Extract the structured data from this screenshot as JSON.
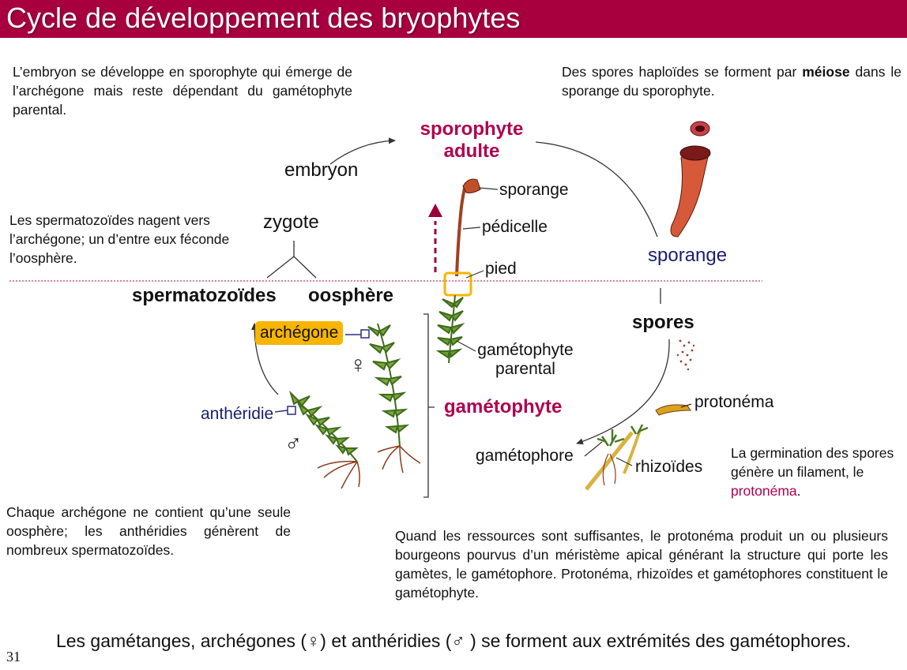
{
  "header": {
    "title": "Cycle de développement des bryophytes"
  },
  "texts": {
    "embryo_note": "L’embryon se développe en sporophyte qui émerge de l’archégone mais reste dépendant du gamétophyte parental.",
    "spores_note_a": "Des spores haploïdes se forment par ",
    "spores_note_b": "méiose",
    "spores_note_c": " dans le sporange du sporophyte.",
    "sperm_note": "Les spermatozoïdes nagent vers l’archégone; un d’entre eux féconde l’oosphère.",
    "germination_a": "La germination des spores génère un filament, le ",
    "germination_b": "protonéma",
    "germination_c": ".",
    "archegone_note": "Chaque archégone ne contient qu’une seule oosphère; les anthéridies génèrent de nombreux spermatozoïdes.",
    "resources_note": "Quand les ressources sont suffisantes, le protonéma produit un ou plusieurs bourgeons pourvus d’un méristème apical générant la structure qui porte les gamètes, le gamétophore. Protonéma, rhizoïdes et gamétophores constituent le gamétophyte."
  },
  "labels": {
    "sporophyte_line1": "sporophyte",
    "sporophyte_line2": "adulte",
    "embryon": "embryon",
    "zygote": "zygote",
    "sporange_top": "sporange",
    "pedicelle": "pédicelle",
    "pied": "pied",
    "sporange_right": "sporange",
    "spermatozoides": "spermatozoïdes",
    "oosphere": "oosphère",
    "archegone": "archégone",
    "spores": "spores",
    "gametophyte_parental_1": "gamétophyte",
    "gametophyte_parental_2": "parental",
    "antheridie": "anthéridie",
    "gametophyte": "gamétophyte",
    "protonema": "protonéma",
    "gametophore": "gamétophore",
    "rhizoides": "rhizoïdes",
    "female_symbol": "♀",
    "male_symbol": "♂"
  },
  "footer": {
    "text": "Les gamétanges, archégones (♀) et anthéridies (♂ ) se forment aux extrémités des gamétophores.",
    "page_number": "31"
  },
  "colors": {
    "title_bar": "#a8003f",
    "accent_text": "#b0004d",
    "navy_text": "#1a1f6b",
    "highlight": "#f7b500"
  }
}
